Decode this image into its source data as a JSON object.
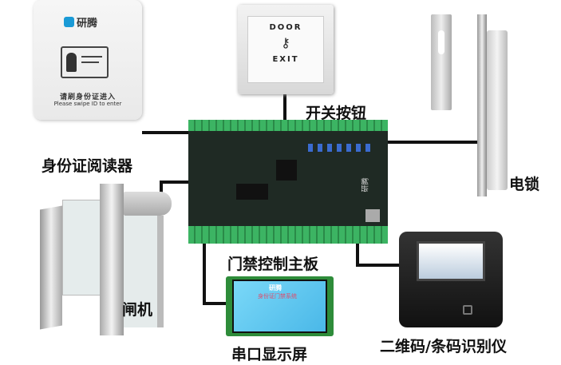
{
  "id_reader": {
    "brand": "研腾",
    "prompt_cn": "请刷身份证进入",
    "prompt_en": "Please swipe ID to enter",
    "label": "身份证阅读器"
  },
  "door_button": {
    "top_text": "DOOR",
    "bottom_text": "EXIT",
    "label": "开关按钮"
  },
  "lock": {
    "label": "电锁"
  },
  "board": {
    "brand": "研腾",
    "label": "门禁控制主板"
  },
  "gate": {
    "label": "闸机"
  },
  "screen": {
    "brand": "研腾",
    "title": "身份证门禁系统",
    "label": "串口显示屏"
  },
  "scanner": {
    "label": "二维码/条码识别仪"
  },
  "colors": {
    "pcb": "#1f2a24",
    "terminal": "#3cb463",
    "screen": "#5ac8f0",
    "accent": "#1a9ad6"
  }
}
